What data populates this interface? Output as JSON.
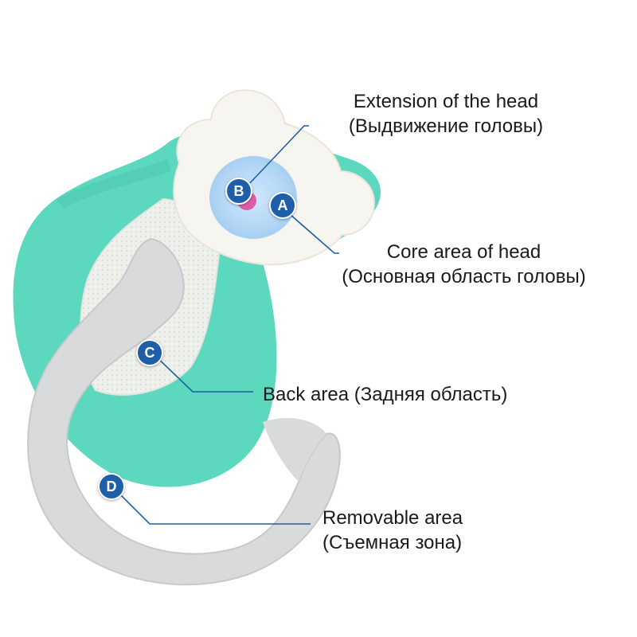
{
  "colors": {
    "mattress_green": "#5cd8bf",
    "head_pad": "#f7f5ef",
    "mesh": "#eceee9",
    "pillow_grey": "#d9dadb",
    "marker_blue": "#1f5ea8",
    "leader_line": "#1f5ea8"
  },
  "markers": [
    {
      "letter": "A"
    },
    {
      "letter": "B"
    },
    {
      "letter": "C"
    },
    {
      "letter": "D"
    }
  ],
  "labels": {
    "extension": {
      "line1": "Extension of the head",
      "line2": "(Выдвижение головы)"
    },
    "core": {
      "line1": "Core area of head",
      "line2": "(Основная область головы)"
    },
    "back": {
      "line1": "Back area (Задняя область)"
    },
    "removable": {
      "line1": "Removable area",
      "line2": "(Съемная зона)"
    }
  }
}
